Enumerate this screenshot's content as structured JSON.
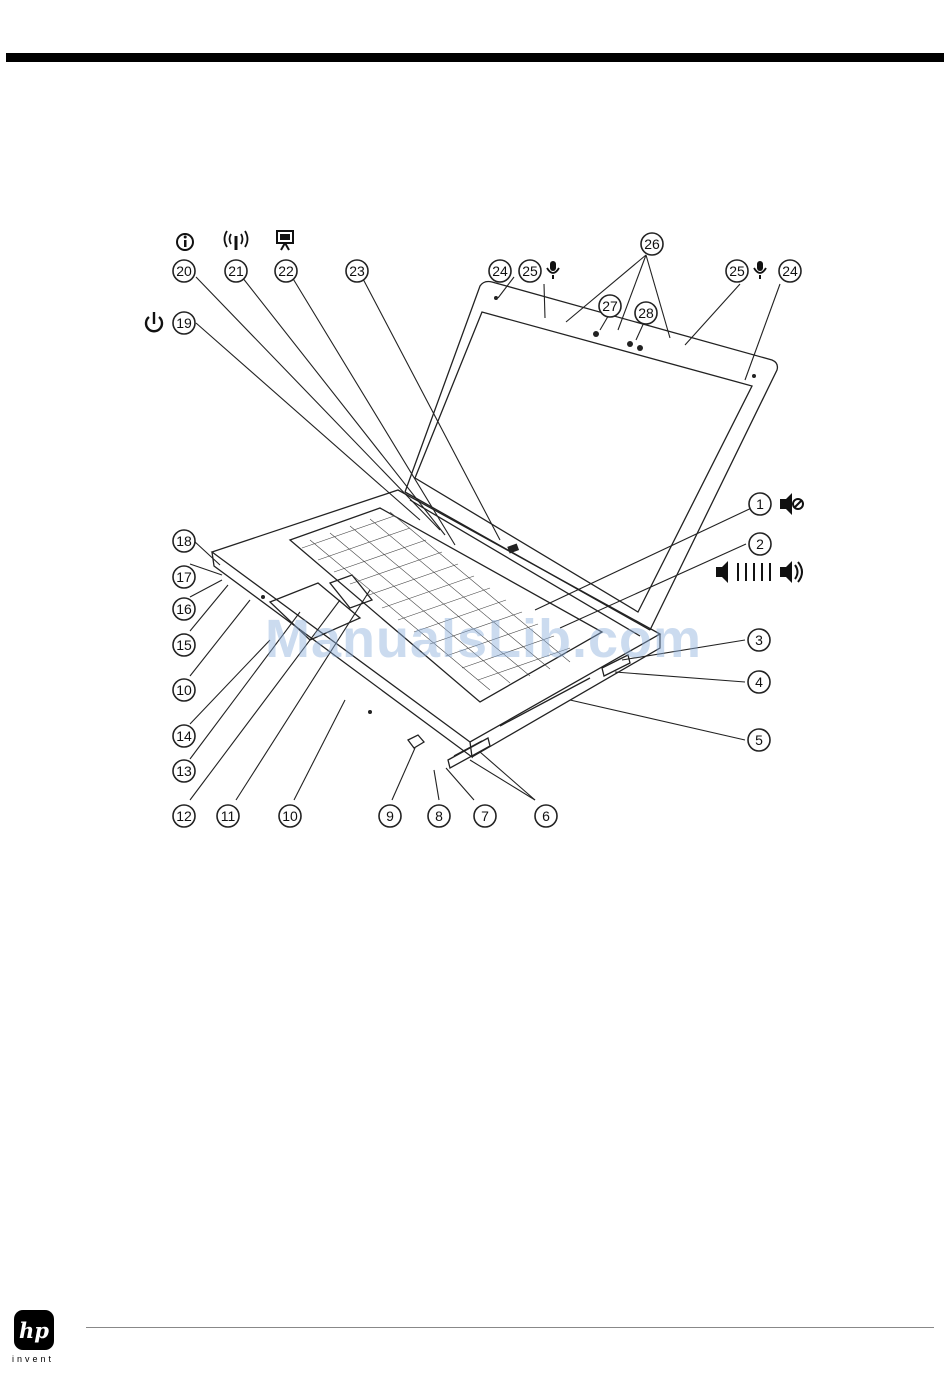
{
  "figure": {
    "callouts": [
      "1",
      "2",
      "3",
      "4",
      "5",
      "6",
      "7",
      "8",
      "9",
      "10",
      "11",
      "12",
      "13",
      "14",
      "15",
      "16",
      "17",
      "18",
      "19",
      "20",
      "21",
      "22",
      "23",
      "24",
      "25",
      "26",
      "27",
      "28"
    ],
    "icons": {
      "mute": "speaker-mute-icon",
      "volume_scroll": "volume-scroll-icon",
      "power": "power-icon",
      "info": "info-icon",
      "wireless": "wireless-antenna-icon",
      "presentation": "presentation-icon",
      "microphone": "microphone-icon"
    }
  },
  "watermark": "ManualsLib.com",
  "logo": {
    "mark": "hp",
    "tagline": "invent"
  },
  "colors": {
    "rule": "#000000",
    "watermark": "#8cafdc"
  }
}
